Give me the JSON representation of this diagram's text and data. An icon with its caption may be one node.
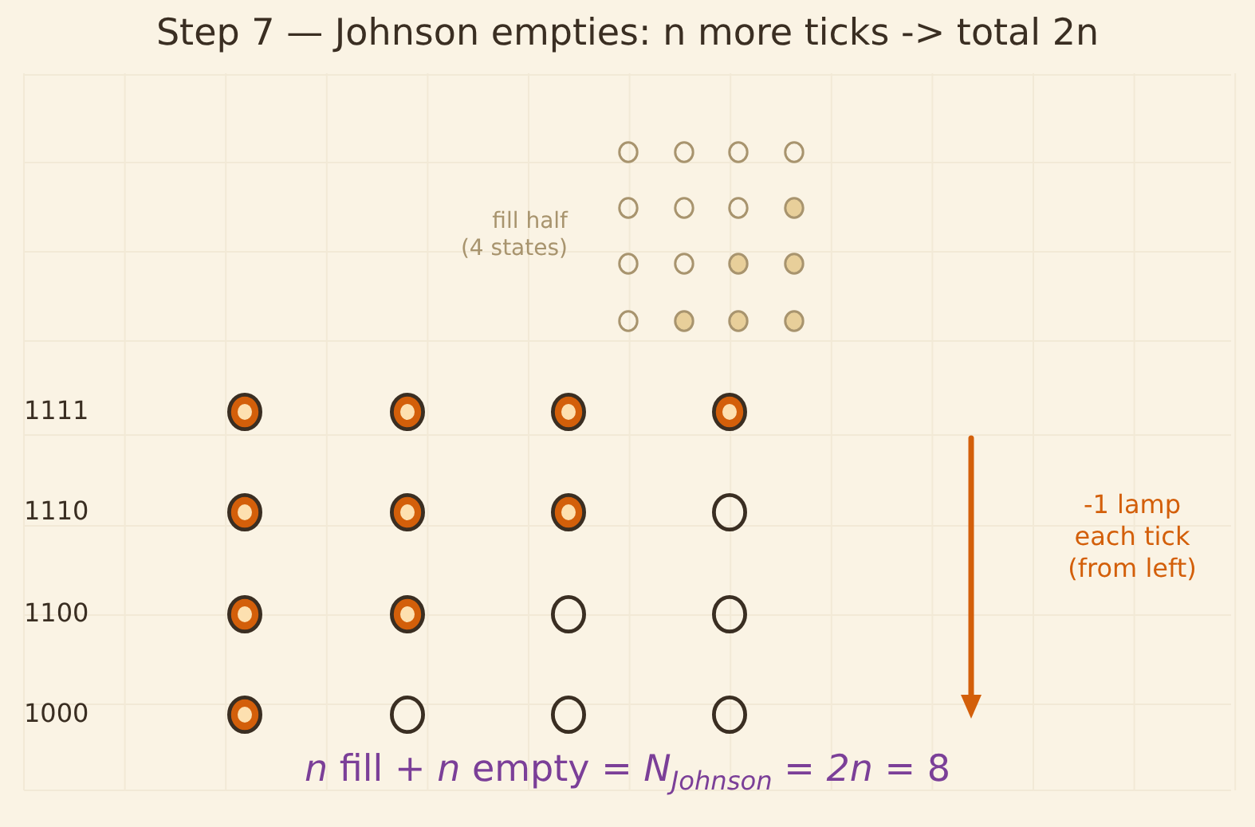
{
  "diagram": {
    "title": "Step 7 — Johnson empties: n more ticks -> total 2n",
    "caption": "*n* fill + *n* empty = *N*$_{Johnson}$ = *2n* = 8",
    "labels": [
      "fill half (4 states)",
      "1111",
      "1110",
      "1100",
      "1000",
      "-1 lamp each tick (from left)"
    ]
  }
}
